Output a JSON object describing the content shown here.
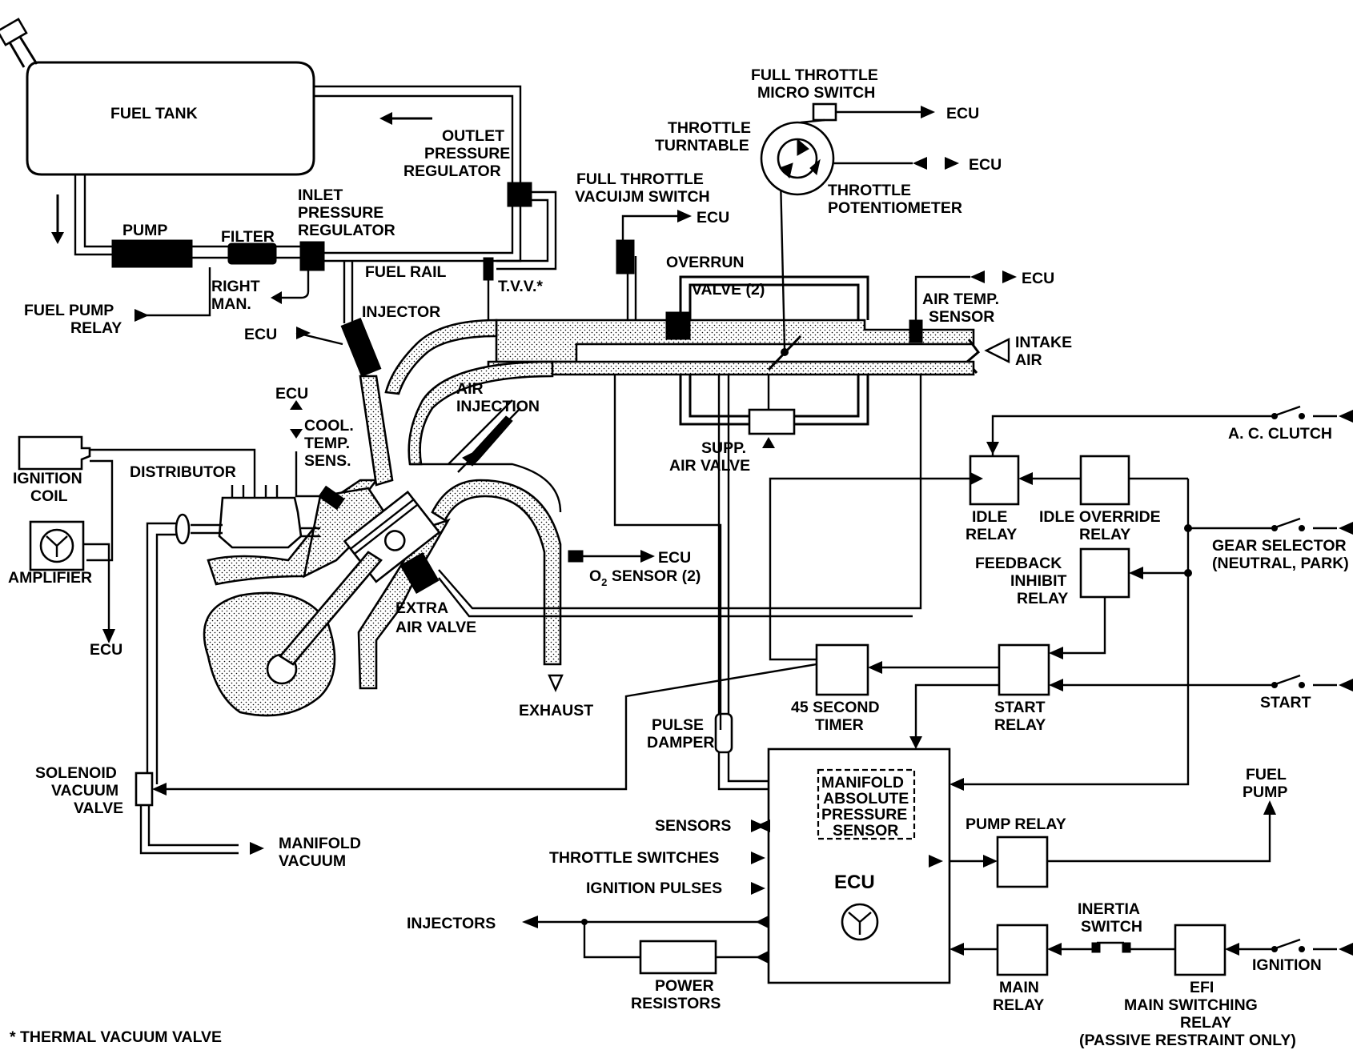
{
  "labels": {
    "fuel_tank": "FUEL TANK",
    "pump": "PUMP",
    "filter": "FILTER",
    "inlet_reg_1": "INLET",
    "inlet_reg_2": "PRESSURE",
    "inlet_reg_3": "REGULATOR",
    "outlet_reg_1": "OUTLET",
    "outlet_reg_2": "PRESSURE",
    "outlet_reg_3": "REGULATOR",
    "fuel_rail": "FUEL RAIL",
    "tvv": "T.V.V.*",
    "right_man_1": "RIGHT",
    "right_man_2": "MAN.",
    "fuel_pump_relay_1": "FUEL PUMP",
    "fuel_pump_relay_2": "RELAY",
    "injector": "INJECTOR",
    "ecu_injector": "ECU",
    "ft_micro_1": "FULL THROTTLE",
    "ft_micro_2": "MICRO SWITCH",
    "ecu_micro": "ECU",
    "throttle_turntable_1": "THROTTLE",
    "throttle_turntable_2": "TURNTABLE",
    "ecu_pot": "ECU",
    "throttle_pot_1": "THROTTLE",
    "throttle_pot_2": "POTENTIOMETER",
    "ft_vacuum_1": "FULL THROTTLE",
    "ft_vacuum_2": "VACUIJM SWITCH",
    "ecu_vacuum": "ECU",
    "overrun_1": "OVERRUN",
    "overrun_2": "VALVE (2)",
    "ecu_airtemp": "ECU",
    "air_temp_1": "AIR TEMP.",
    "air_temp_2": "SENSOR",
    "intake_1": "INTAKE",
    "intake_2": "AIR",
    "ecu_cool": "ECU",
    "cool_1": "COOL.",
    "cool_2": "TEMP.",
    "cool_3": "SENS.",
    "air_inj_1": "AIR",
    "air_inj_2": "INJECTION",
    "ignition_coil_1": "IGNITION",
    "ignition_coil_2": "COIL",
    "distributor": "DISTRIBUTOR",
    "amplifier": "AMPLIFIER",
    "ecu_amp": "ECU",
    "supp_1": "SUPP.",
    "supp_2": "AIR VALVE",
    "ac_clutch": "A. C. CLUTCH",
    "idle_relay_1": "IDLE",
    "idle_relay_2": "RELAY",
    "idle_override_1": "IDLE OVERRIDE",
    "idle_override_2": "RELAY",
    "gear_1": "GEAR SELECTOR",
    "gear_2": "(NEUTRAL, PARK)",
    "feedback_1": "FEEDBACK",
    "feedback_2": "INHIBIT",
    "feedback_3": "RELAY",
    "ecu_o2": "ECU",
    "o2_sensor_pre": "O",
    "o2_sub": "2",
    "o2_sensor_post": " SENSOR (2)",
    "extra_air_1": "EXTRA",
    "extra_air_2": "AIR VALVE",
    "exhaust": "EXHAUST",
    "timer_1": "45 SECOND",
    "timer_2": "TIMER",
    "start_relay_1": "START",
    "start_relay_2": "RELAY",
    "start": "START",
    "pulse_1": "PULSE",
    "pulse_2": "DAMPER",
    "solenoid_1": "SOLENOID",
    "solenoid_2": "VACUUM",
    "solenoid_3": "VALVE",
    "manifold_vac_1": "MANIFOLD",
    "manifold_vac_2": "VACUUM",
    "map_1": "MANIFOLD",
    "map_2": "ABSOLUTE",
    "map_3": "PRESSURE",
    "map_4": "SENSOR",
    "sensors": "SENSORS",
    "throttle_switches": "THROTTLE SWITCHES",
    "ignition_pulses": "IGNITION PULSES",
    "injectors": "INJECTORS",
    "power_res_1": "POWER",
    "power_res_2": "RESISTORS",
    "ecu_main": "ECU",
    "fuel_pump_1": "FUEL",
    "fuel_pump_2": "PUMP",
    "pump_relay": "PUMP RELAY",
    "inertia_1": "INERTIA",
    "inertia_2": "SWITCH",
    "main_relay_1": "MAIN",
    "main_relay_2": "RELAY",
    "efi_1": "EFI",
    "efi_2": "MAIN SWITCHING",
    "efi_3": "RELAY",
    "efi_4": "(PASSIVE RESTRAINT ONLY)",
    "ignition": "IGNITION",
    "footnote": "* THERMAL VACUUM VALVE"
  }
}
